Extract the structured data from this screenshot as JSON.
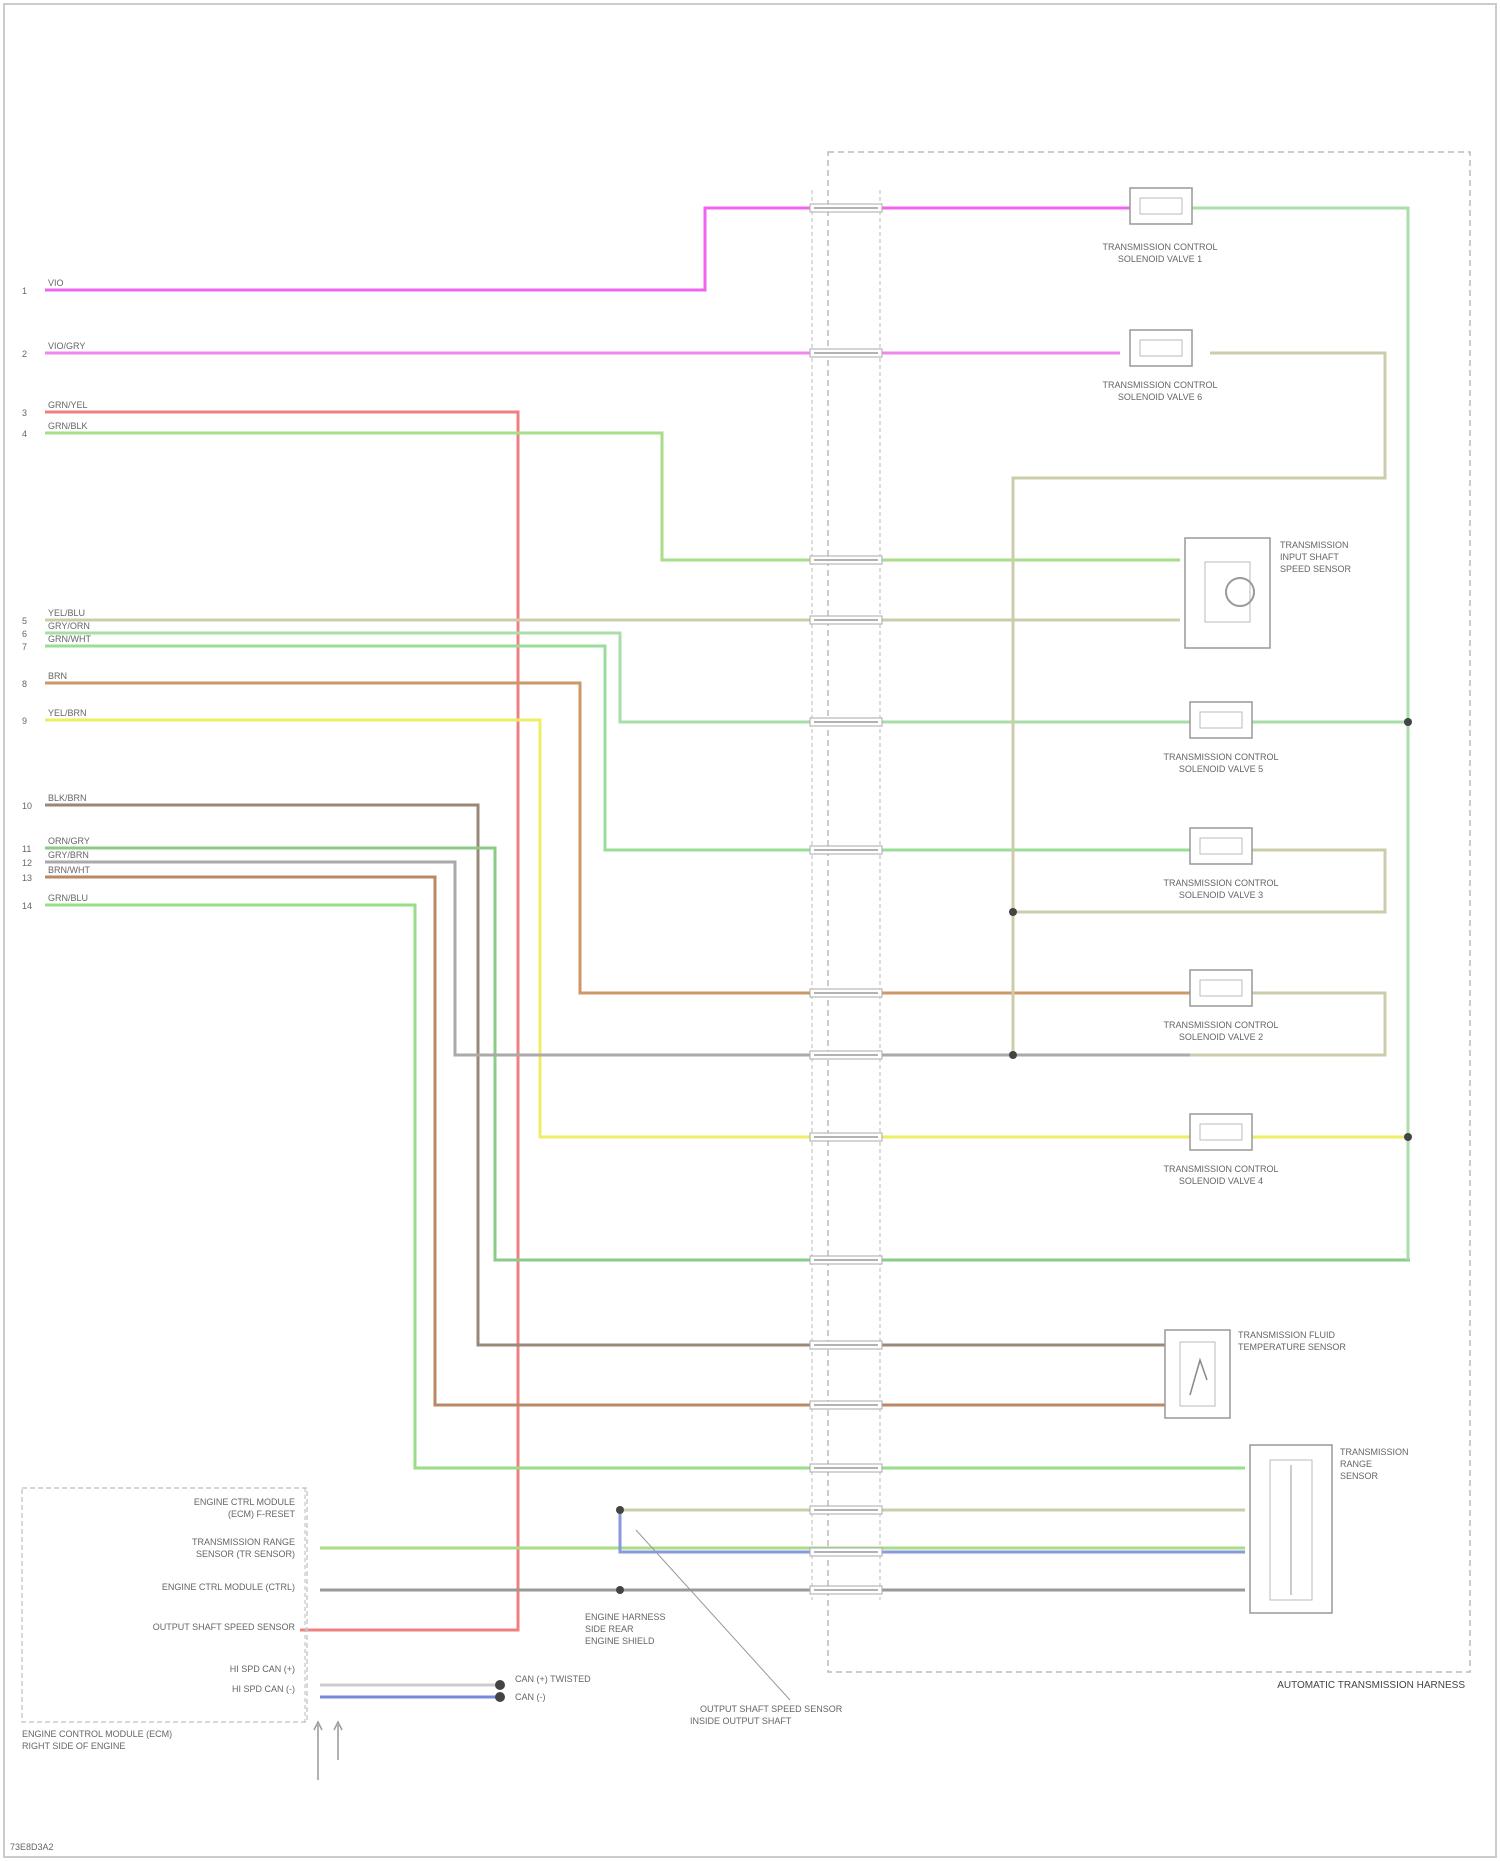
{
  "diagram": {
    "footer_code": "73E8D3A2",
    "harness_label": "AUTOMATIC TRANSMISSION HARNESS",
    "ecm_label_line1": "ENGINE CONTROL MODULE (ECM)",
    "ecm_label_line2": "RIGHT SIDE OF ENGINE",
    "colors": {
      "pink": "#ee66ee",
      "red_pink": "#f08080",
      "green": "#99dd99",
      "yellow": "#eeee66",
      "tan": "#cc9966",
      "olive": "#aa9966",
      "gray": "#aaaaaa",
      "blue": "#7788dd",
      "frame": "#bbbbbb"
    },
    "left_pins": [
      {
        "num": "1",
        "wire": "VIO"
      },
      {
        "num": "2",
        "wire": "VIO/GRY"
      },
      {
        "num": "3",
        "wire": "GRN/YEL"
      },
      {
        "num": "4",
        "wire": "GRN/BLK"
      },
      {
        "num": "5",
        "wire": "YEL/BLU"
      },
      {
        "num": "6",
        "wire": "GRY/ORN"
      },
      {
        "num": "7",
        "wire": "GRN/WHT"
      },
      {
        "num": "8",
        "wire": "BRN"
      },
      {
        "num": "9",
        "wire": "YEL/BRN"
      },
      {
        "num": "10",
        "wire": "BLK/BRN"
      },
      {
        "num": "11",
        "wire": "ORN/GRY"
      },
      {
        "num": "12",
        "wire": "GRY/BRN"
      },
      {
        "num": "13",
        "wire": "BRN/WHT"
      },
      {
        "num": "14",
        "wire": "GRN/BLU"
      }
    ],
    "components": [
      {
        "name": "TRANSMISSION CONTROL",
        "name2": "SOLENOID VALVE 1"
      },
      {
        "name": "TRANSMISSION CONTROL",
        "name2": "SOLENOID VALVE 6"
      },
      {
        "name": "TRANSMISSION",
        "name2": "INPUT SHAFT",
        "name3": "SPEED SENSOR"
      },
      {
        "name": "TRANSMISSION CONTROL",
        "name2": "SOLENOID VALVE 5"
      },
      {
        "name": "TRANSMISSION CONTROL",
        "name2": "SOLENOID VALVE 3"
      },
      {
        "name": "TRANSMISSION CONTROL",
        "name2": "SOLENOID VALVE 2"
      },
      {
        "name": "TRANSMISSION CONTROL",
        "name2": "SOLENOID VALVE 4"
      },
      {
        "name": "TRANSMISSION FLUID",
        "name2": "TEMPERATURE SENSOR"
      },
      {
        "name": "TRANSMISSION",
        "name2": "RANGE",
        "name3": "SENSOR"
      }
    ],
    "ecm_rows": [
      {
        "text": "ENGINE CTRL MODULE",
        "text2": "(ECM) F-RESET"
      },
      {
        "text": "TRANSMISSION RANGE",
        "text2": "SENSOR (TR SENSOR)"
      },
      {
        "text": "ENGINE CTRL MODULE (CTRL)"
      },
      {
        "text": "OUTPUT SHAFT SPEED SENSOR"
      },
      {
        "text": "HI SPD CAN (+)"
      },
      {
        "text": "HI SPD CAN (-)"
      }
    ],
    "bottom_notes": [
      {
        "text": "ENGINE HARNESS",
        "text2": "SIDE REAR",
        "text3": "ENGINE SHIELD"
      },
      {
        "text": "OUTPUT SHAFT SPEED SENSOR",
        "text2": "INSIDE OUTPUT SHAFT"
      },
      {
        "text": "CAN (+) TWISTED",
        "text2": "CAN (-)"
      },
      {
        "text": "CAN (+) TWISTED",
        "text2": "CAN (-)"
      }
    ]
  }
}
